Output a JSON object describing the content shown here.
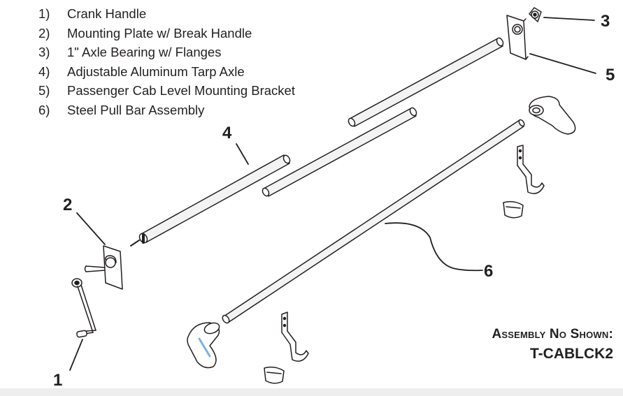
{
  "legend": [
    {
      "num": "1)",
      "text": "Crank Handle"
    },
    {
      "num": "2)",
      "text": "Mounting Plate w/ Break Handle"
    },
    {
      "num": "3)",
      "text": "1\" Axle Bearing w/ Flanges"
    },
    {
      "num": "4)",
      "text": "Adjustable Aluminum Tarp Axle"
    },
    {
      "num": "5)",
      "text": "Passenger Cab Level Mounting Bracket"
    },
    {
      "num": "6)",
      "text": "Steel Pull Bar Assembly"
    }
  ],
  "callouts": {
    "c1": "1",
    "c2": "2",
    "c3": "3",
    "c4": "4",
    "c5": "5",
    "c6": "6"
  },
  "assembly": {
    "caption": "Assembly No Shown:",
    "code": "T-CABLCK2"
  },
  "colors": {
    "line": "#231f20",
    "tube_fill": "#f3f3f3",
    "sticker_blue": "#7fb2dc"
  }
}
